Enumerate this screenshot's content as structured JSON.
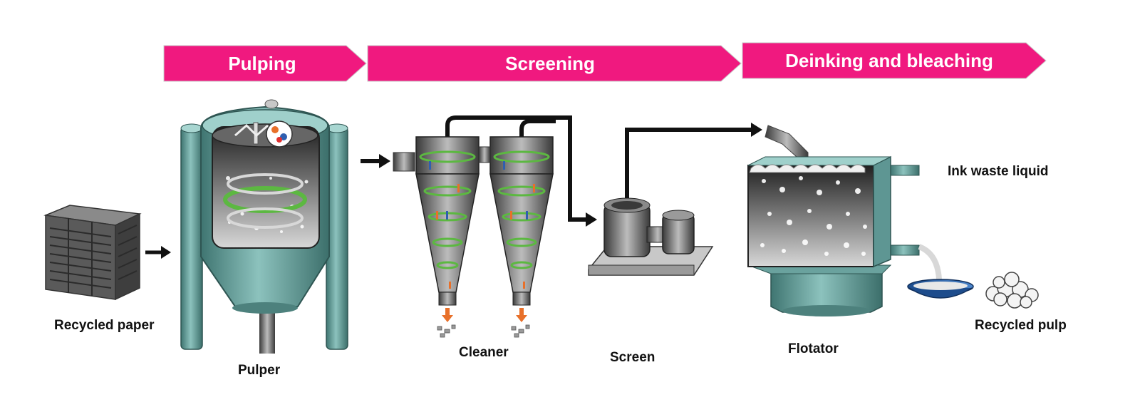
{
  "stages": [
    {
      "label": "Pulping"
    },
    {
      "label": "Screening"
    },
    {
      "label": "Deinking and bleaching"
    }
  ],
  "labels": {
    "recycled_paper": "Recycled paper",
    "pulper": "Pulper",
    "cleaner": "Cleaner",
    "screen": "Screen",
    "flotator": "Flotator",
    "ink_waste_liquid": "Ink waste liquid",
    "recycled_pulp": "Recycled pulp"
  },
  "colors": {
    "stage_banner": "#f0197f",
    "machine_teal": "#5e9693",
    "arrow": "#111111",
    "swirl": "#5cb841",
    "reject_arrow": "#e8702a"
  }
}
